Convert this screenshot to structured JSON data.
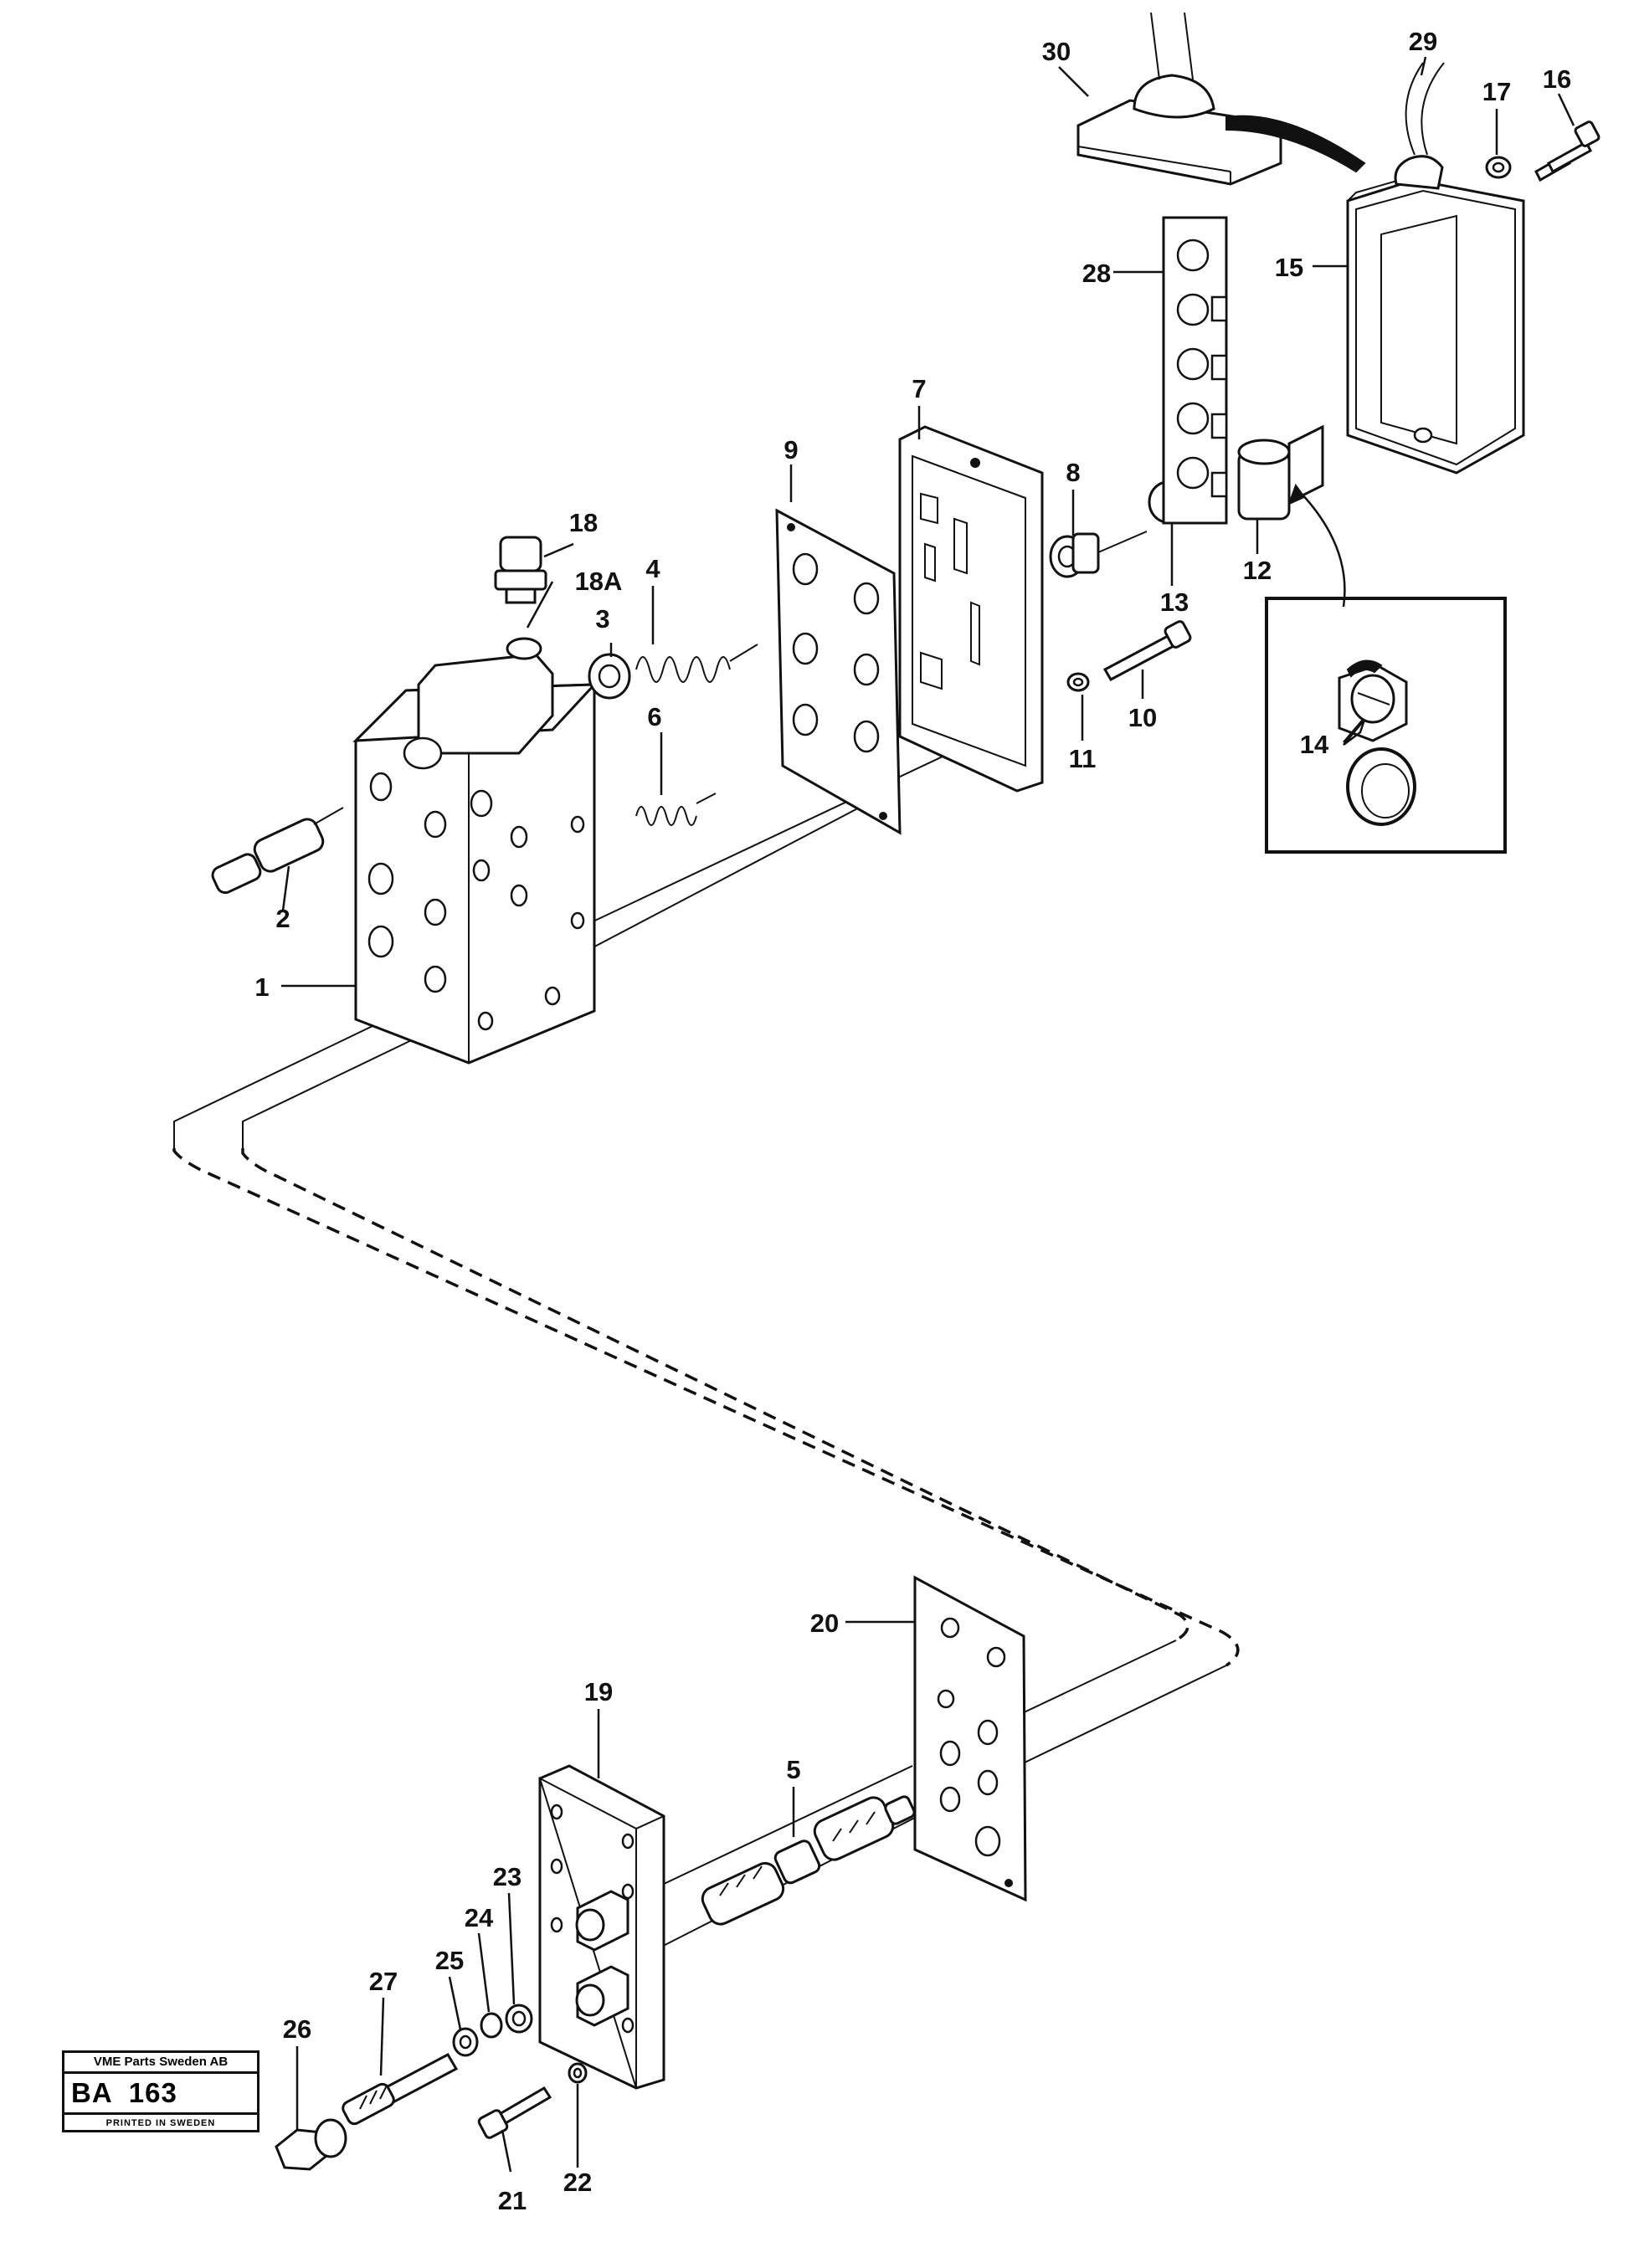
{
  "callouts": [
    "1",
    "2",
    "3",
    "4",
    "5",
    "6",
    "7",
    "8",
    "9",
    "10",
    "11",
    "12",
    "13",
    "14",
    "15",
    "16",
    "17",
    "18",
    "18A",
    "19",
    "20",
    "21",
    "22",
    "23",
    "24",
    "25",
    "26",
    "27",
    "28",
    "29",
    "30"
  ],
  "title_block": {
    "company": "VME Parts Sweden AB",
    "code": "BA  163",
    "printed": "PRINTED IN SWEDEN"
  }
}
